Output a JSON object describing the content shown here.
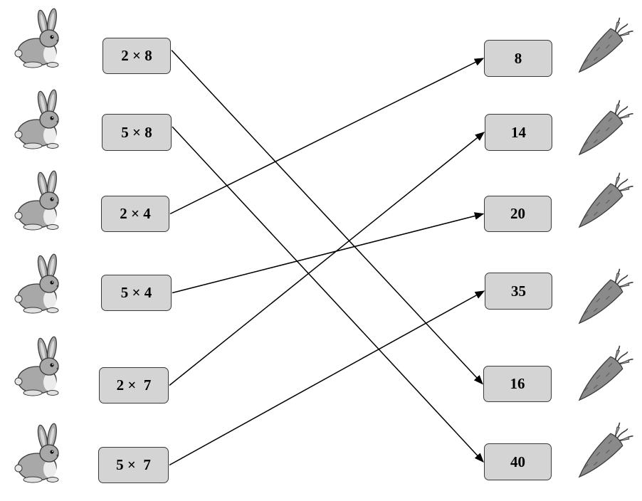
{
  "colors": {
    "box_fill": "#d4d4d4",
    "box_border": "#3a3a3a",
    "line": "#000000",
    "rabbit": "#a8a8a8",
    "carrot": "#8a8a8a"
  },
  "left_items": [
    {
      "label": "2 × 8",
      "icon": "rabbit-icon"
    },
    {
      "label": "5 × 8",
      "icon": "rabbit-icon"
    },
    {
      "label": "2 × 4",
      "icon": "rabbit-icon"
    },
    {
      "label": "5 × 4",
      "icon": "rabbit-icon"
    },
    {
      "label": "2 ×  7",
      "icon": "rabbit-icon"
    },
    {
      "label": "5 ×  7",
      "icon": "rabbit-icon"
    }
  ],
  "right_items": [
    {
      "label": "8",
      "icon": "carrot-icon"
    },
    {
      "label": "14",
      "icon": "carrot-icon"
    },
    {
      "label": "20",
      "icon": "carrot-icon"
    },
    {
      "label": "35",
      "icon": "carrot-icon"
    },
    {
      "label": "16",
      "icon": "carrot-icon"
    },
    {
      "label": "40",
      "icon": "carrot-icon"
    }
  ],
  "connections": [
    {
      "from": "2 × 8",
      "to": "16"
    },
    {
      "from": "5 × 8",
      "to": "40"
    },
    {
      "from": "2 × 4",
      "to": "8"
    },
    {
      "from": "5 × 4",
      "to": "20"
    },
    {
      "from": "2 ×  7",
      "to": "14"
    },
    {
      "from": "5 ×  7",
      "to": "35"
    }
  ]
}
